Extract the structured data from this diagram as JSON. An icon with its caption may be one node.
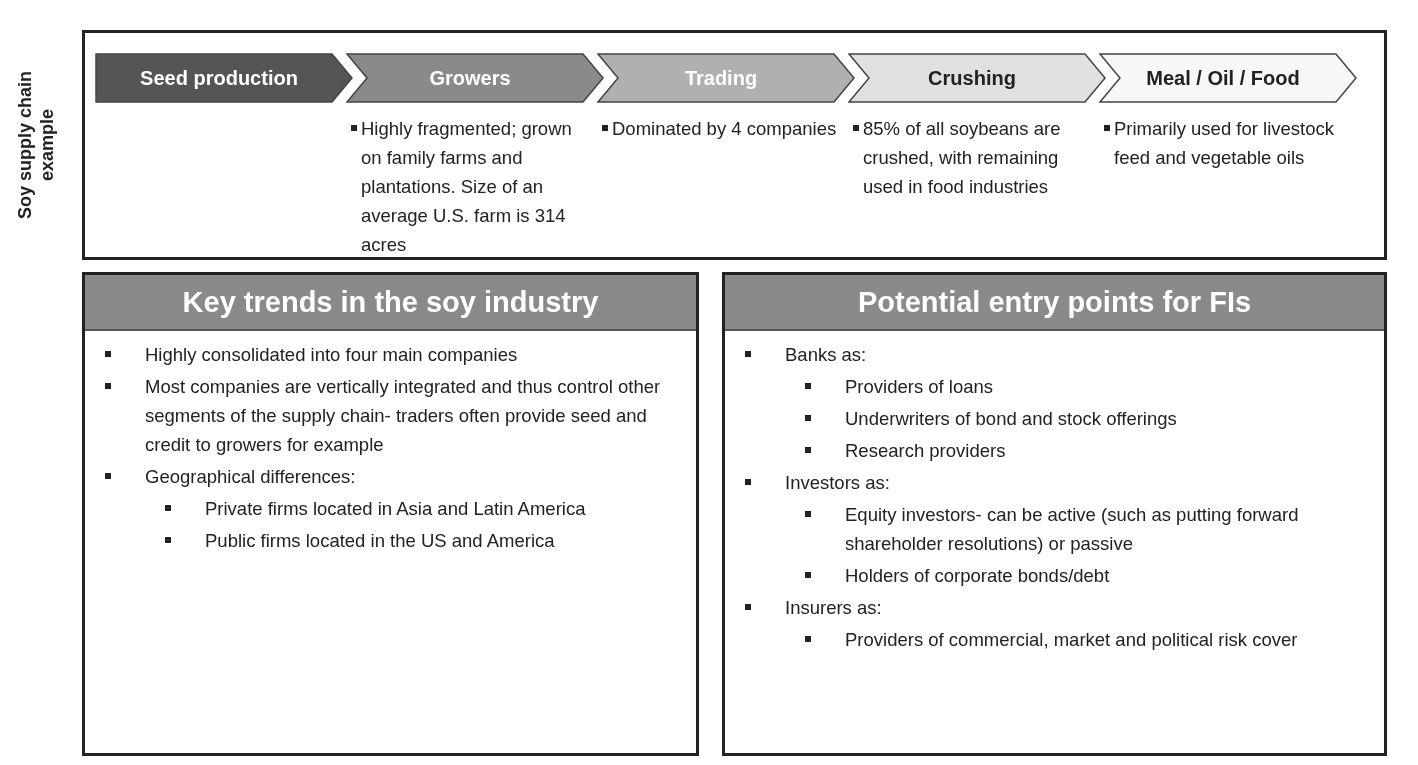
{
  "diagram": {
    "nodes": [
      {
        "text": [
          "Soy supply chain example"
        ]
      },
      {
        "text": [
          "Seed production"
        ],
        "in": 0
      },
      {
        "text": [
          "Growers"
        ],
        "in": 0,
        "beside": [
          "Highly fragmented; grown on family farms and plantations. Size of an average U.S. farm is 314 acres"
        ]
      },
      {
        "text": [
          "Trading"
        ],
        "in": 0,
        "beside": [
          "Dominated by 4 companies"
        ]
      },
      {
        "text": [
          "Crushing"
        ],
        "in": 0,
        "beside": [
          "85% of all soybeans are crushed, with remaining used in food industries"
        ]
      },
      {
        "text": [
          "Meal / Oil / Food"
        ],
        "in": 0,
        "beside": [
          "Primarily used for livestock feed and vegetable oils"
        ]
      },
      {
        "text": [
          "Key trends in the soy industry",
          "Highly consolidated into four main companies",
          "Most companies are vertically integrated and thus control other segments of the supply chain- traders often provide seed and credit to growers for example",
          "Geographical differences:",
          "Private firms located in Asia and Latin America",
          "Public firms located in the US and America"
        ]
      },
      {
        "text": [
          "Potential entry points for FIs",
          "Banks as:",
          "Providers of loans",
          "Underwriters of bond and stock offerings",
          "Research providers",
          "Investors as:",
          "Equity investors- can be active (such as putting forward shareholder resolutions) or passive",
          "Holders of corporate bonds/debt",
          "Insurers as:",
          "Providers of commercial, market and political risk cover"
        ]
      }
    ]
  }
}
